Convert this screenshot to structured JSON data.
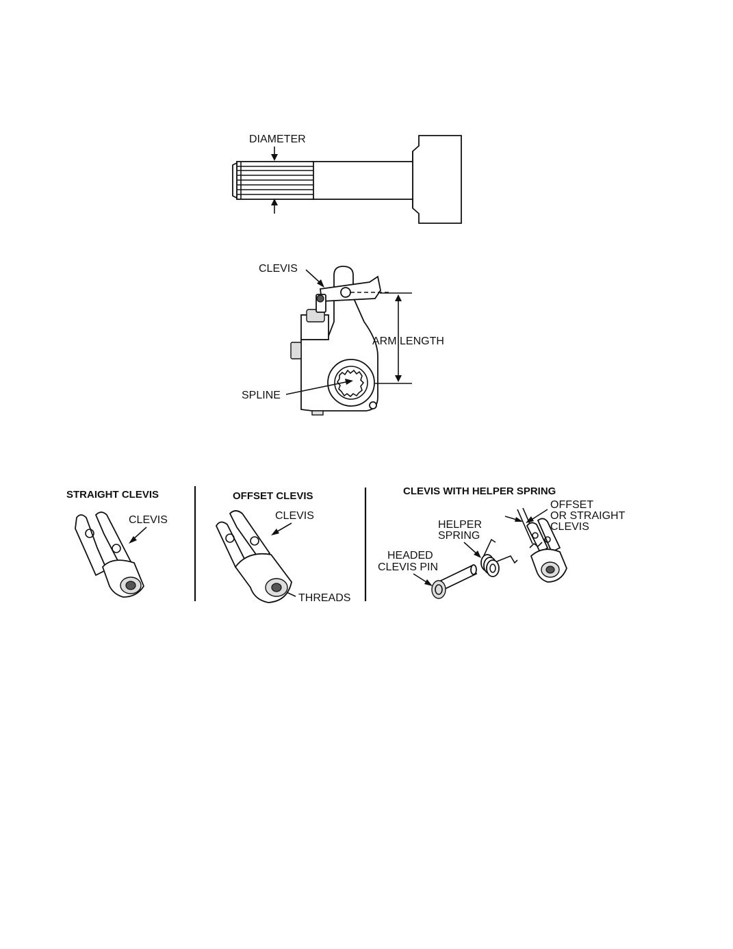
{
  "figure_1": {
    "diameter_label": "DIAMETER"
  },
  "figure_2": {
    "clevis_label": "CLEVIS",
    "arm_length_label": "ARM LENGTH",
    "spline_label": "SPLINE"
  },
  "figure_3": {
    "straight": {
      "title": "STRAIGHT CLEVIS",
      "clevis_label": "CLEVIS"
    },
    "offset": {
      "title": "OFFSET CLEVIS",
      "clevis_label": "CLEVIS",
      "threads_label": "THREADS"
    },
    "helper": {
      "title": "CLEVIS WITH HELPER SPRING",
      "helper_spring_label_1": "HELPER",
      "helper_spring_label_2": "SPRING",
      "headed_pin_label_1": "HEADED",
      "headed_pin_label_2": "CLEVIS PIN",
      "offset_label_1": "OFFSET",
      "offset_label_2": "OR STRAIGHT",
      "offset_label_3": "CLEVIS"
    }
  },
  "colors": {
    "ink": "#111111",
    "background": "#ffffff"
  }
}
